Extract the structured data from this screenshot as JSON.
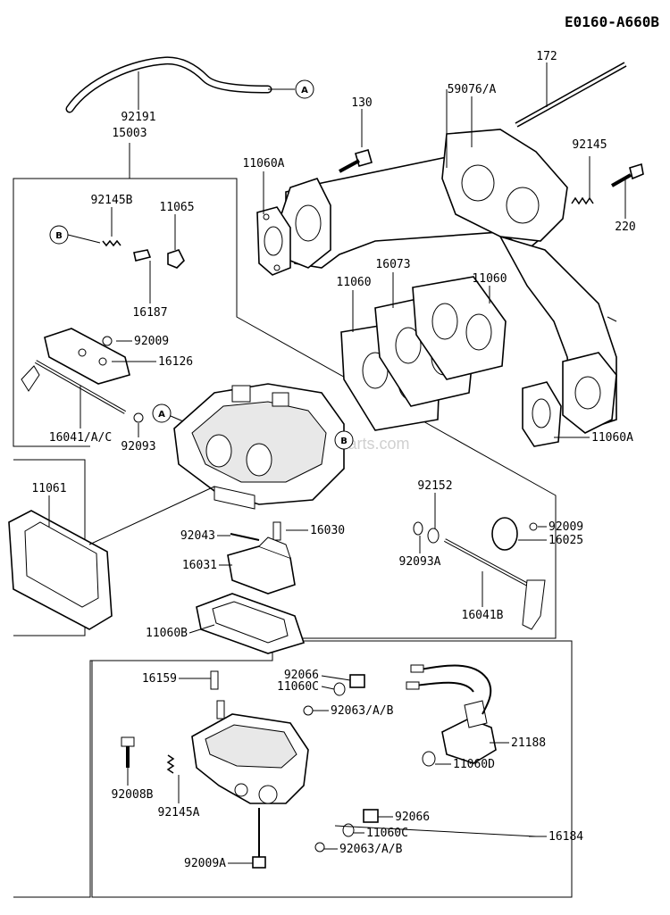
{
  "diagram_code": "E0160-A660B",
  "watermark": "eReplacementParts.com",
  "callouts": {
    "A": "A",
    "B": "B"
  },
  "parts": {
    "p172": "172",
    "p59076": "59076/A",
    "p130": "130",
    "p92191": "92191",
    "p15003": "15003",
    "p11060A_top": "11060A",
    "p92145_top": "92145",
    "p220": "220",
    "p92145B": "92145B",
    "p11065": "11065",
    "p16073": "16073",
    "p11060_a": "11060",
    "p11060_b": "11060",
    "p16187": "16187",
    "p92009_top": "92009",
    "p16126": "16126",
    "p16041AC": "16041/A/C",
    "p92093": "92093",
    "p11060A_right": "11060A",
    "p11061": "11061",
    "p92152": "92152",
    "p92043": "92043",
    "p16030": "16030",
    "p92009_right": "92009",
    "p16025": "16025",
    "p16031": "16031",
    "p92093A": "92093A",
    "p16041B": "16041B",
    "p11060B": "11060B",
    "p16159": "16159",
    "p92066_top": "92066",
    "p11060C_top": "11060C",
    "p92063AB_top": "92063/A/B",
    "p21188": "21188",
    "p11060D": "11060D",
    "p92008B": "92008B",
    "p92145A": "92145A",
    "p92066_bottom": "92066",
    "p11060C_bottom": "11060C",
    "p92063AB_bottom": "92063/A/B",
    "p16184": "16184",
    "p92009A": "92009A"
  }
}
